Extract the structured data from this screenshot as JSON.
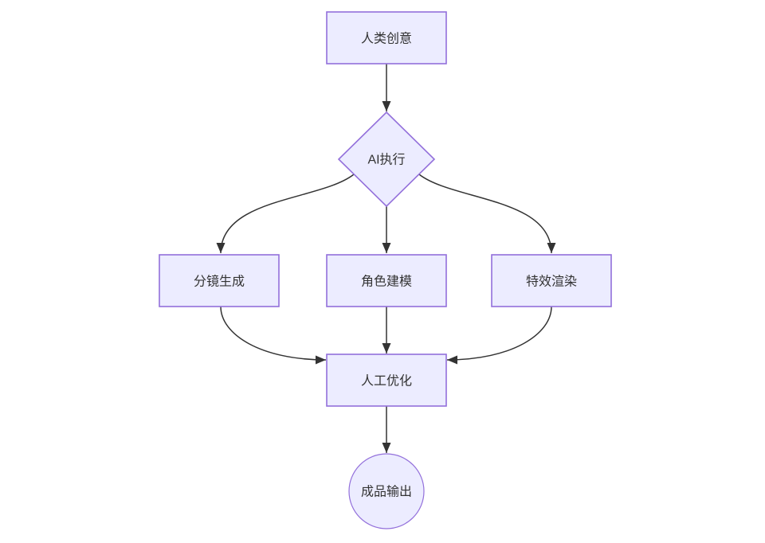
{
  "diagram": {
    "type": "flowchart",
    "direction": "top-down",
    "theme": {
      "canvas-bg": "#ffffff",
      "node-fill": "#ECECFF",
      "node-border": "#9370DB",
      "edge-color": "#333333",
      "text-color": "#333333"
    },
    "nodes": {
      "human_creativity": {
        "label": "人类创意",
        "shape": "rectangle"
      },
      "ai_execution": {
        "label": "AI执行",
        "shape": "diamond"
      },
      "storyboard_generation": {
        "label": "分镜生成",
        "shape": "rectangle"
      },
      "character_modeling": {
        "label": "角色建模",
        "shape": "rectangle"
      },
      "vfx_rendering": {
        "label": "特效渲染",
        "shape": "rectangle"
      },
      "manual_optimization": {
        "label": "人工优化",
        "shape": "rectangle"
      },
      "final_output": {
        "label": "成品输出",
        "shape": "circle"
      }
    },
    "edges": [
      {
        "from": "human_creativity",
        "to": "ai_execution"
      },
      {
        "from": "ai_execution",
        "to": "storyboard_generation"
      },
      {
        "from": "ai_execution",
        "to": "character_modeling"
      },
      {
        "from": "ai_execution",
        "to": "vfx_rendering"
      },
      {
        "from": "storyboard_generation",
        "to": "manual_optimization"
      },
      {
        "from": "character_modeling",
        "to": "manual_optimization"
      },
      {
        "from": "vfx_rendering",
        "to": "manual_optimization"
      },
      {
        "from": "manual_optimization",
        "to": "final_output"
      }
    ]
  }
}
